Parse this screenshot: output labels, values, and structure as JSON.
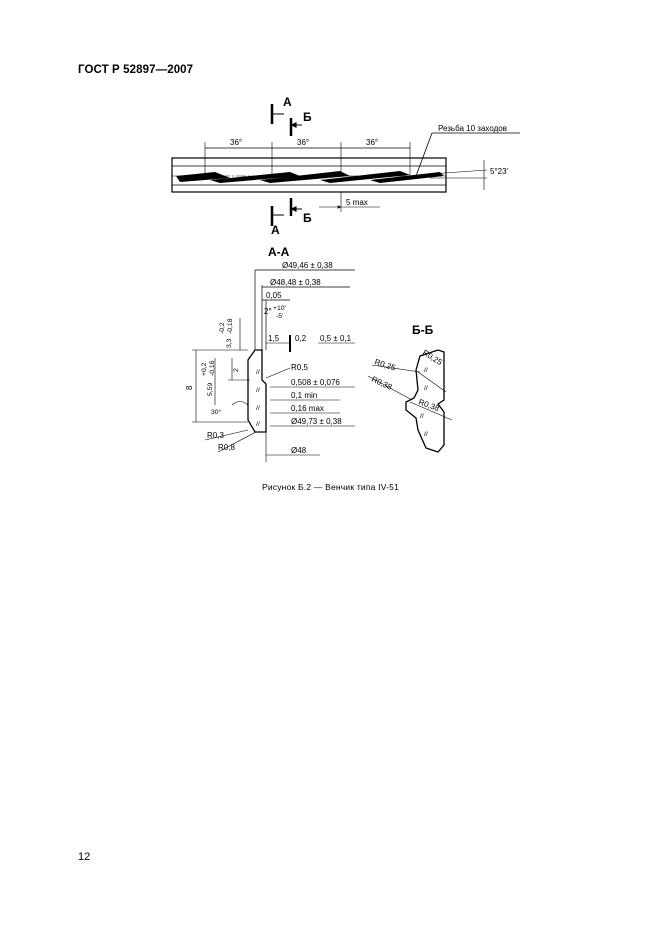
{
  "header": {
    "standard": "ГОСТ Р 52897—2007"
  },
  "page": {
    "number": "12"
  },
  "figure": {
    "caption": "Рисунок Б.2 — Венчик типа IV-51",
    "top_view": {
      "section_a": "А",
      "section_b": "Б",
      "angle_1": "36°",
      "angle_2": "36°",
      "angle_3": "36°",
      "thread_note": "Резьба 10 заходов",
      "thread_angle": "5°23'",
      "max_note": "5 max"
    },
    "section_aa": {
      "title": "А-А",
      "d1": "Ø49,46 ± 0,38",
      "d2": "Ø48,48 ± 0,38",
      "d3": "0,05",
      "angle": "2°",
      "angle_tol_plus": "+10'",
      "angle_tol_minus": "-5'",
      "vert1": "3,3",
      "vert1_tol_plus": "-0,2",
      "vert1_tol_minus": "-0,18",
      "w1": "1,5",
      "w2": "0,2",
      "w3": "0,5 ± 0,1",
      "r1": "R0,5",
      "t1": "0,508 ± 0,076",
      "t2": "0,1 min",
      "t3": "0,16 max",
      "d4": "Ø49,73 ± 0,38",
      "d5": "Ø48",
      "h_total": "8",
      "h2": "5,59",
      "h2_tol_plus": "+0,2",
      "h2_tol_minus": "-0,16",
      "h3": "2",
      "angle2": "30°",
      "r2": "R0,3",
      "r3": "R0,8"
    },
    "section_bb": {
      "title": "Б-Б",
      "r1": "R0,25",
      "r2": "R0,25",
      "r3": "R0,38",
      "r4": "R0,38"
    }
  }
}
